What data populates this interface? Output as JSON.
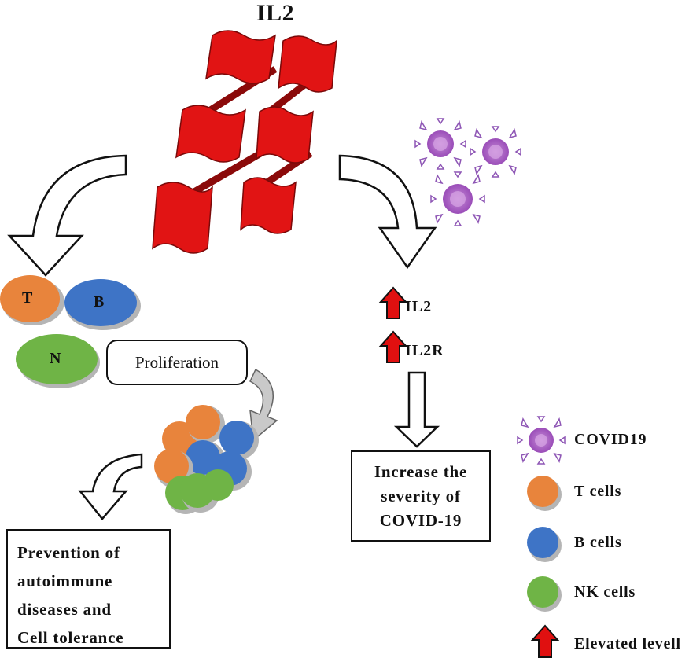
{
  "title": "IL2",
  "markers": {
    "il2": "IL2",
    "il2r": "IL2R"
  },
  "cells": {
    "t": "T",
    "b": "B",
    "n": "N"
  },
  "boxes": {
    "proliferation": "Proliferation",
    "prevention": [
      "Prevention of",
      "autoimmune",
      "diseases and",
      "Cell tolerance"
    ],
    "severity": [
      "Increase the",
      "severity of",
      "COVID-19"
    ]
  },
  "legend": [
    {
      "label": "COVID19",
      "icon": "virus-icon",
      "color": "#a855c8"
    },
    {
      "label": "T cells",
      "icon": "orange-cell-icon",
      "color": "#e8843c"
    },
    {
      "label": "B cells",
      "icon": "blue-cell-icon",
      "color": "#3e74c6"
    },
    {
      "label": "NK cells",
      "icon": "green-cell-icon",
      "color": "#6fb446"
    },
    {
      "label": "Elevated levell",
      "icon": "red-up-arrow-icon",
      "color": "#e01010"
    }
  ],
  "colors": {
    "protein": "#e11414",
    "t_cell": "#e8843c",
    "b_cell": "#3e74c6",
    "nk_cell": "#6fb446",
    "virus": "#a855c8",
    "elevated": "#e01010"
  }
}
